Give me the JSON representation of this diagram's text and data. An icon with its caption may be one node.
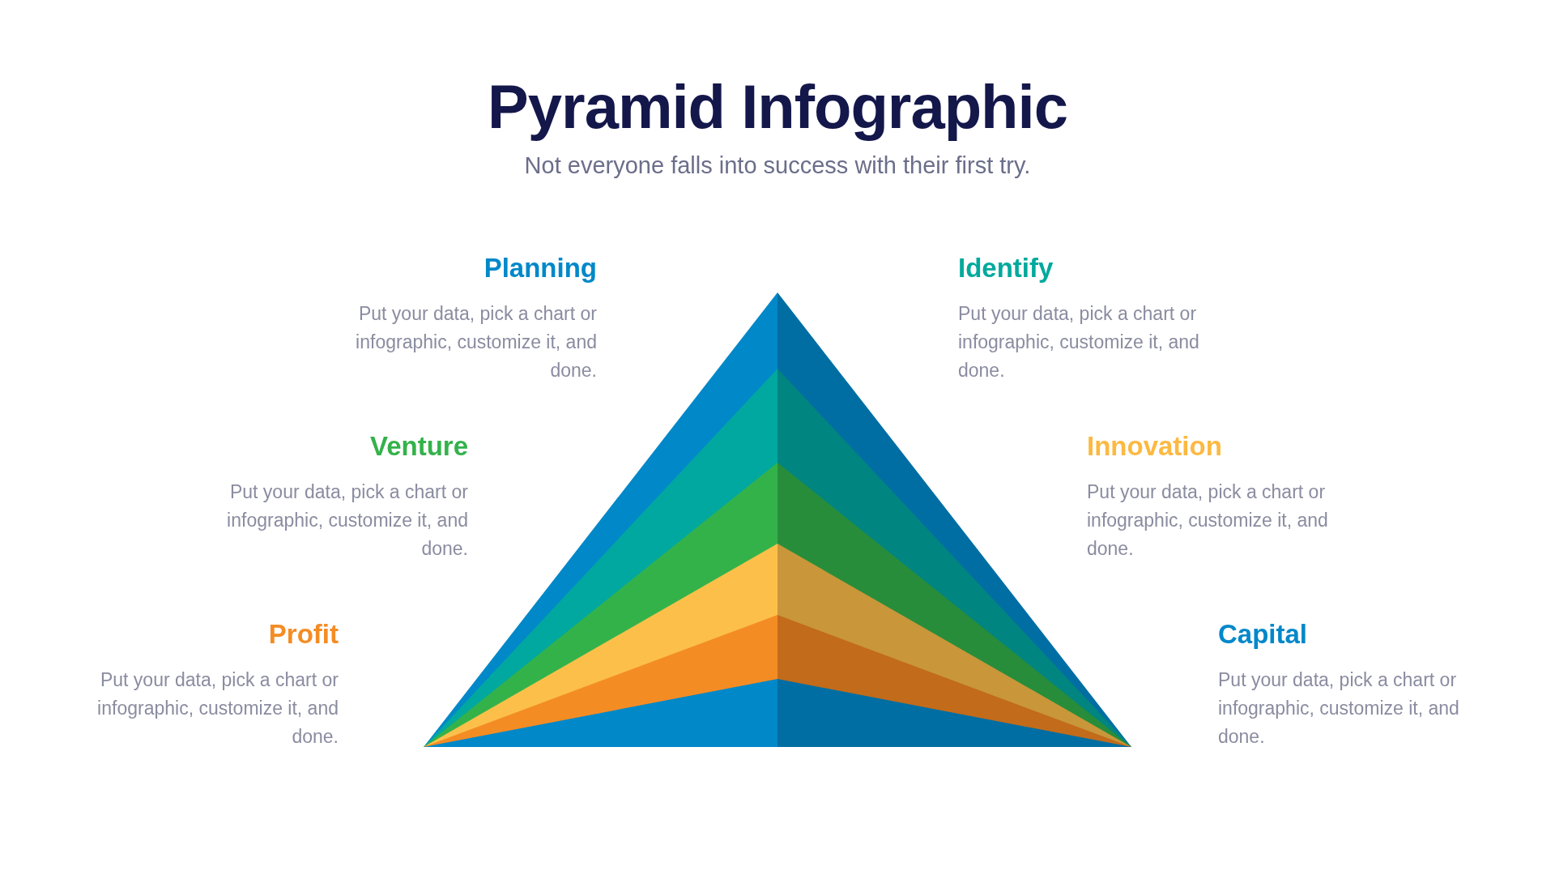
{
  "diagram": {
    "title": "Pyramid Infographic",
    "labels": [
      "Not everyone falls into success with their first try.",
      "Planning",
      "Put your data, pick a chart or infographic, customize it, and done.",
      "Identify",
      "Put your data, pick a chart or infographic, customize it, and done.",
      "Venture",
      "Put your data, pick a chart or infographic, customize it, and done.",
      "Innovation",
      "Put your data, pick a chart or infographic, customize it, and done.",
      "Profit",
      "Put your data, pick a chart or infographic, customize it, and done.",
      "Capital",
      "Put your data, pick a chart or infographic, customize it, and done."
    ]
  }
}
